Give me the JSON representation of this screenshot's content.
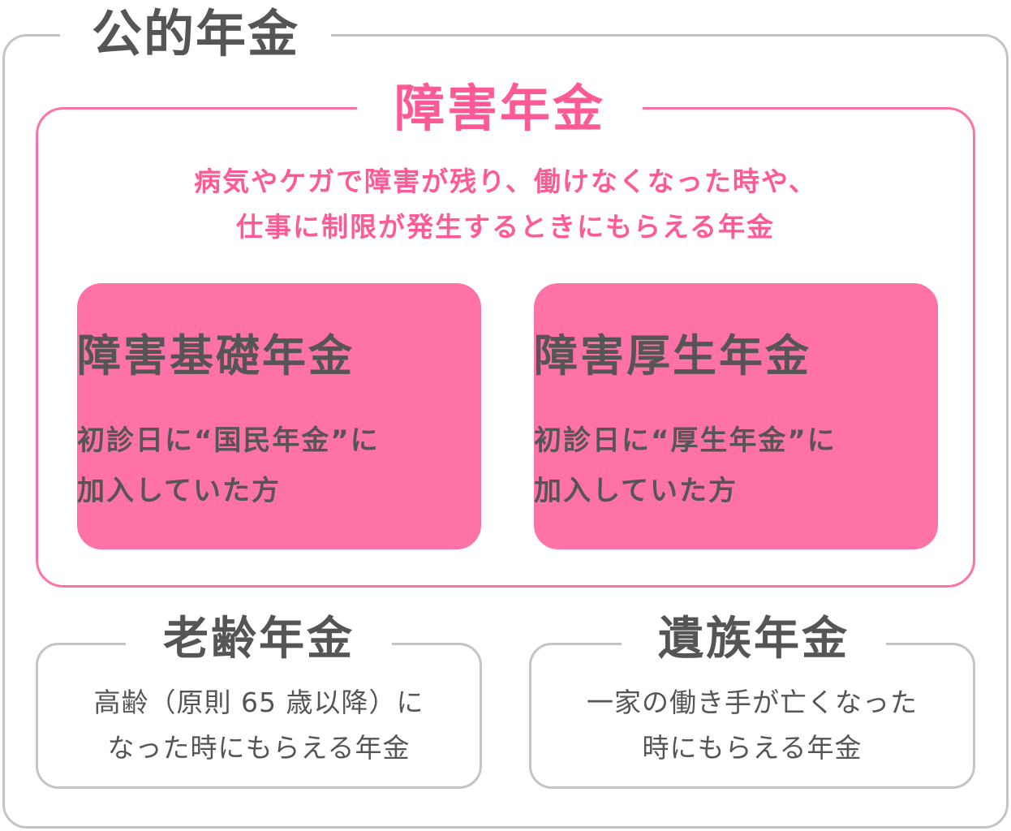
{
  "colors": {
    "accent": "#ff72a6",
    "accent_text": "#ff5a96",
    "gray_border": "#c4c4c4",
    "text": "#555555"
  },
  "public_pension": {
    "title": "公的年金"
  },
  "disability": {
    "title": "障害年金",
    "desc_line1": "病気やケガで障害が残り、働けなくなった時や、",
    "desc_line2": "仕事に制限が発生するときにもらえる年金",
    "basic": {
      "title": "障害基礎年金",
      "line1": "初診日に“国民年金”に",
      "line2": "加入していた方"
    },
    "kosei": {
      "title": "障害厚生年金",
      "line1": "初診日に“厚生年金”に",
      "line2": "加入していた方"
    }
  },
  "old_age": {
    "title": "老齢年金",
    "line1": "高齢（原則 65 歳以降）に",
    "line2": "なった時にもらえる年金"
  },
  "survivor": {
    "title": "遺族年金",
    "line1": "一家の働き手が亡くなった",
    "line2": "時にもらえる年金"
  }
}
